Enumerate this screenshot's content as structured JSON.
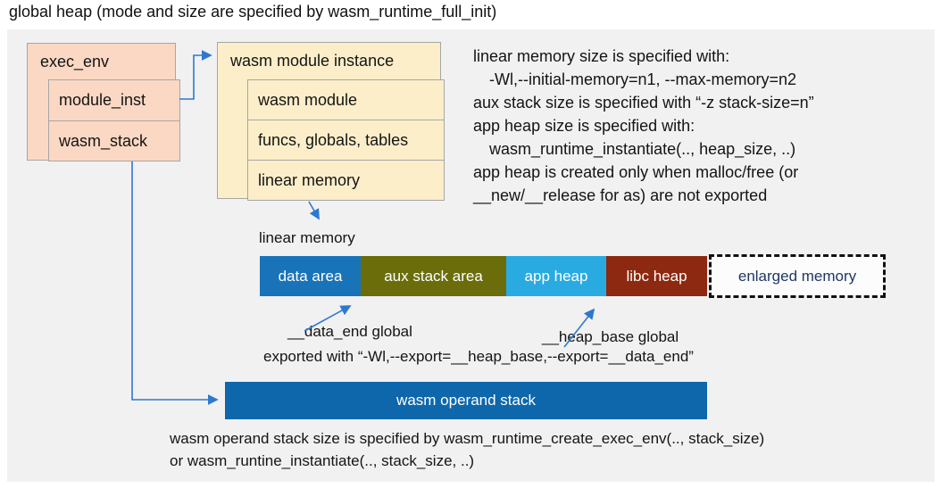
{
  "title": "global heap (mode and size are specified by wasm_runtime_full_init)",
  "exec_env_box": {
    "title": "exec_env",
    "rows": [
      {
        "label": "module_inst"
      },
      {
        "label": "wasm_stack"
      }
    ]
  },
  "module_instance_box": {
    "title": "wasm module instance",
    "rows": [
      {
        "label": "wasm module"
      },
      {
        "label": "funcs, globals, tables"
      },
      {
        "label": "linear memory"
      }
    ]
  },
  "notes": {
    "lines": [
      "linear memory size is specified with:",
      "-Wl,--initial-memory=n1, --max-memory=n2",
      "aux stack size is specified with “-z stack-size=n”",
      "app heap size is specified with:",
      "wasm_runtime_instantiate(.., heap_size, ..)",
      "app heap is created only when malloc/free (or",
      "__new/__release for as) are not exported"
    ]
  },
  "linear_memory": {
    "label": "linear memory",
    "segments": [
      {
        "label": "data area",
        "color": "#1973b8"
      },
      {
        "label": "aux stack area",
        "color": "#6a6d0a"
      },
      {
        "label": "app heap",
        "color": "#29abe2"
      },
      {
        "label": "libc heap",
        "color": "#8d2910"
      },
      {
        "label": "enlarged memory",
        "color": "#fcfcfc",
        "border": "dashed",
        "text_color": "#1f3864"
      }
    ]
  },
  "annotations": {
    "data_end": "__data_end global",
    "heap_base": "__heap_base global",
    "exported": "exported with “-Wl,--export=__heap_base,--export=__data_end”"
  },
  "operand_stack": {
    "label": "wasm operand stack"
  },
  "footer": {
    "lines": [
      "wasm operand stack size is specified by wasm_runtime_create_exec_env(.., stack_size)",
      "or wasm_runtine_instantiate(.., stack_size, ..)"
    ]
  },
  "colors": {
    "panel_bg": "#f1f1f2",
    "box_salmon": "#fbd8c4",
    "box_cream": "#fdeeca",
    "box_border": "#a6a6a6",
    "operand_stack_bar": "#0e67ab",
    "arrow": "#2e78cf",
    "enlarged_memory_text": "#1f3864"
  }
}
